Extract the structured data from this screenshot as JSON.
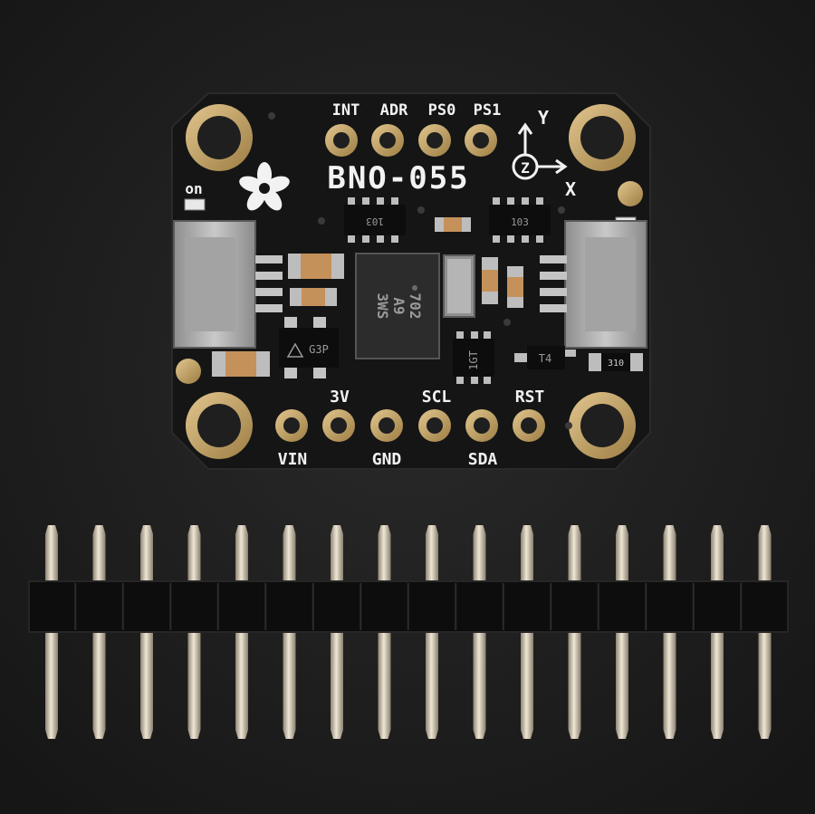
{
  "background_color": "#1e1e1e",
  "board": {
    "title": "BNO-055",
    "color": "#151515",
    "silkscreen_color": "#f2f2f2",
    "gold_color": "#c9a96a",
    "top_pins": [
      "INT",
      "ADR",
      "PS0",
      "PS1"
    ],
    "bottom_pins_upper": [
      "3V",
      "SCL",
      "RST"
    ],
    "bottom_pins_lower": [
      "VIN",
      "GND",
      "SDA"
    ],
    "power_led_label": "on",
    "axis_labels": {
      "x": "X",
      "y": "Y",
      "z": "Z"
    },
    "chip_marking": [
      "702",
      "A9",
      "3WS"
    ],
    "resistor_network_labels": [
      "103",
      "103"
    ],
    "component_codes": [
      "G3P",
      "1GT",
      "T4",
      "310"
    ],
    "logo": "flower-logo"
  },
  "pin_header": {
    "pin_count": 16,
    "body_color": "#0d0d0d",
    "pin_color": "#d9cfbd"
  }
}
